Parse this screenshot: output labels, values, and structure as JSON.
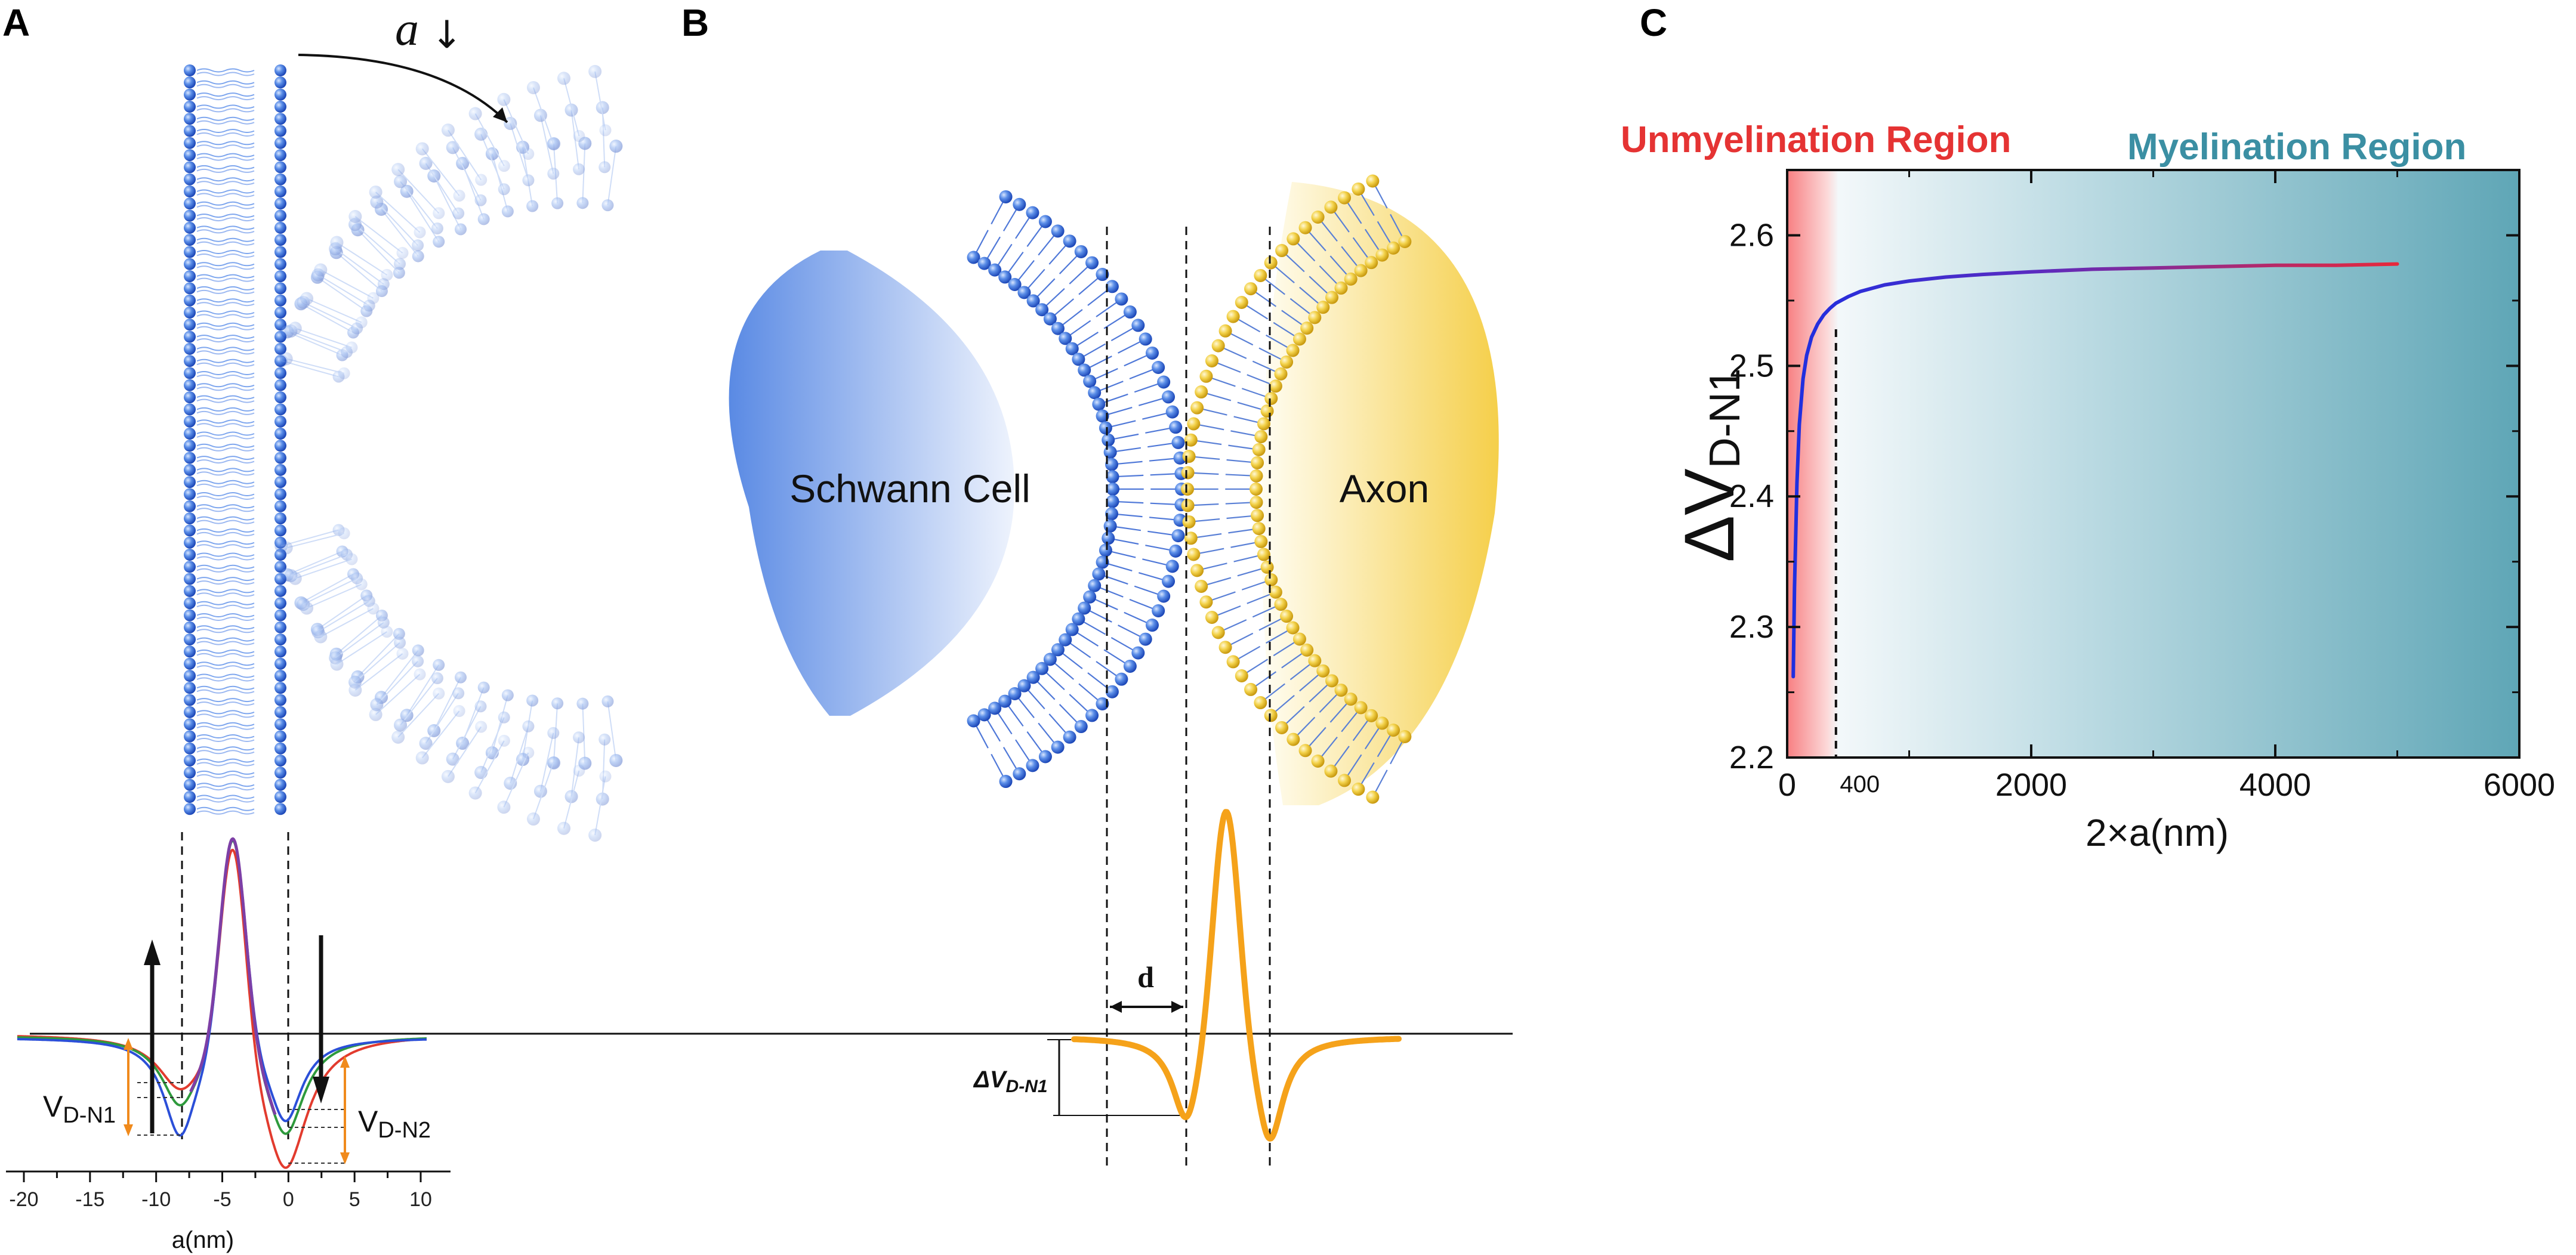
{
  "panels": {
    "a": "A",
    "b": "B",
    "c": "C"
  },
  "panel_a": {
    "bend_symbol": "a",
    "bend_arrow": "↓",
    "x_ticks": [
      "-20",
      "-15",
      "-10",
      "-5",
      "0",
      "5",
      "10"
    ],
    "x_label": "a(nm)",
    "left_label_main": "V",
    "left_label_sub": "D-N1",
    "right_label_main": "V",
    "right_label_sub": "D-N2",
    "curve_colors": [
      "#e23b2e",
      "#2e9a3c",
      "#2b4fd8",
      "#7d3fa6"
    ],
    "membrane_color": "#3f6fd9"
  },
  "panel_b": {
    "left_cell": "Schwann Cell",
    "right_cell": "Axon",
    "gap_label": "d",
    "dv_main": "ΔV",
    "dv_sub": "D-N1",
    "schwann_color": "#5f8fe6",
    "axon_color": "#f6d75a",
    "curve_color": "#f5a21a"
  },
  "panel_c": {
    "region_left": "Unmyelination Region",
    "region_right": "Myelination Region",
    "ylabel_main": "ΔV",
    "ylabel_sub": "D-N1",
    "xlabel": "2×a(nm)",
    "y_ticks": [
      "2.2",
      "2.3",
      "2.4",
      "2.5",
      "2.6"
    ],
    "x_ticks": [
      "0",
      "2000",
      "4000",
      "6000"
    ],
    "x_marker_label": "400"
  },
  "chart_data": {
    "type": "line",
    "xlabel": "2×a(nm)",
    "ylabel": "ΔVD-N1",
    "xlim": [
      0,
      6000
    ],
    "ylim": [
      2.2,
      2.65
    ],
    "threshold_x": 400,
    "series": [
      {
        "x": [
          50,
          60,
          80,
          100,
          130,
          160,
          200,
          250,
          300,
          350,
          400,
          500,
          600,
          800,
          1000,
          1300,
          1600,
          2000,
          2500,
          3000,
          3500,
          4000,
          4500,
          5000
        ],
        "y": [
          2.262,
          2.33,
          2.41,
          2.455,
          2.49,
          2.508,
          2.522,
          2.532,
          2.539,
          2.544,
          2.548,
          2.553,
          2.557,
          2.562,
          2.565,
          2.568,
          2.57,
          2.572,
          2.574,
          2.575,
          2.576,
          2.577,
          2.577,
          2.578
        ]
      }
    ]
  }
}
